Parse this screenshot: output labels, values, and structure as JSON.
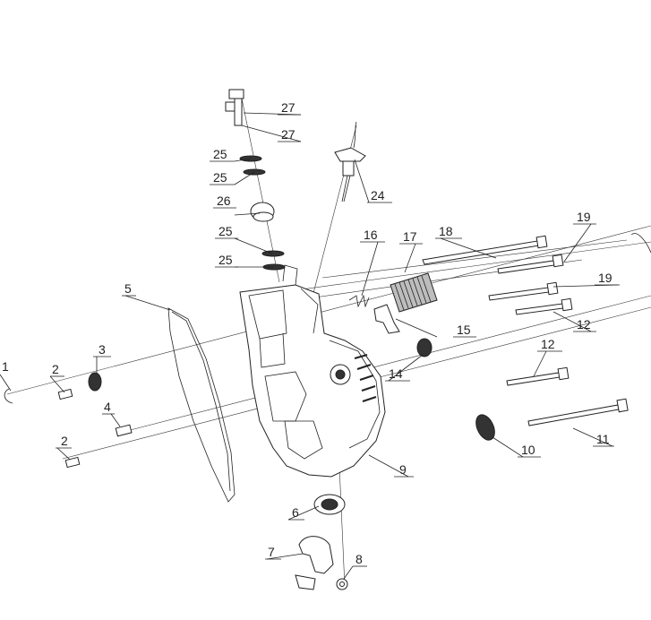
{
  "diagram": {
    "callouts": [
      {
        "id": "c1",
        "label": "1"
      },
      {
        "id": "c2a",
        "label": "2"
      },
      {
        "id": "c2b",
        "label": "2"
      },
      {
        "id": "c3",
        "label": "3"
      },
      {
        "id": "c4",
        "label": "4"
      },
      {
        "id": "c5",
        "label": "5"
      },
      {
        "id": "c6",
        "label": "6"
      },
      {
        "id": "c7",
        "label": "7"
      },
      {
        "id": "c8",
        "label": "8"
      },
      {
        "id": "c9",
        "label": "9"
      },
      {
        "id": "c10",
        "label": "10"
      },
      {
        "id": "c11",
        "label": "11"
      },
      {
        "id": "c12a",
        "label": "12"
      },
      {
        "id": "c12b",
        "label": "12"
      },
      {
        "id": "c14",
        "label": "14"
      },
      {
        "id": "c15",
        "label": "15"
      },
      {
        "id": "c16",
        "label": "16"
      },
      {
        "id": "c17",
        "label": "17"
      },
      {
        "id": "c18",
        "label": "18"
      },
      {
        "id": "c19a",
        "label": "19"
      },
      {
        "id": "c19b",
        "label": "19"
      },
      {
        "id": "c24",
        "label": "24"
      },
      {
        "id": "c25a",
        "label": "25"
      },
      {
        "id": "c25b",
        "label": "25"
      },
      {
        "id": "c25c",
        "label": "25"
      },
      {
        "id": "c25d",
        "label": "25"
      },
      {
        "id": "c26",
        "label": "26"
      },
      {
        "id": "c27a",
        "label": "27"
      },
      {
        "id": "c27b",
        "label": "27"
      }
    ]
  }
}
